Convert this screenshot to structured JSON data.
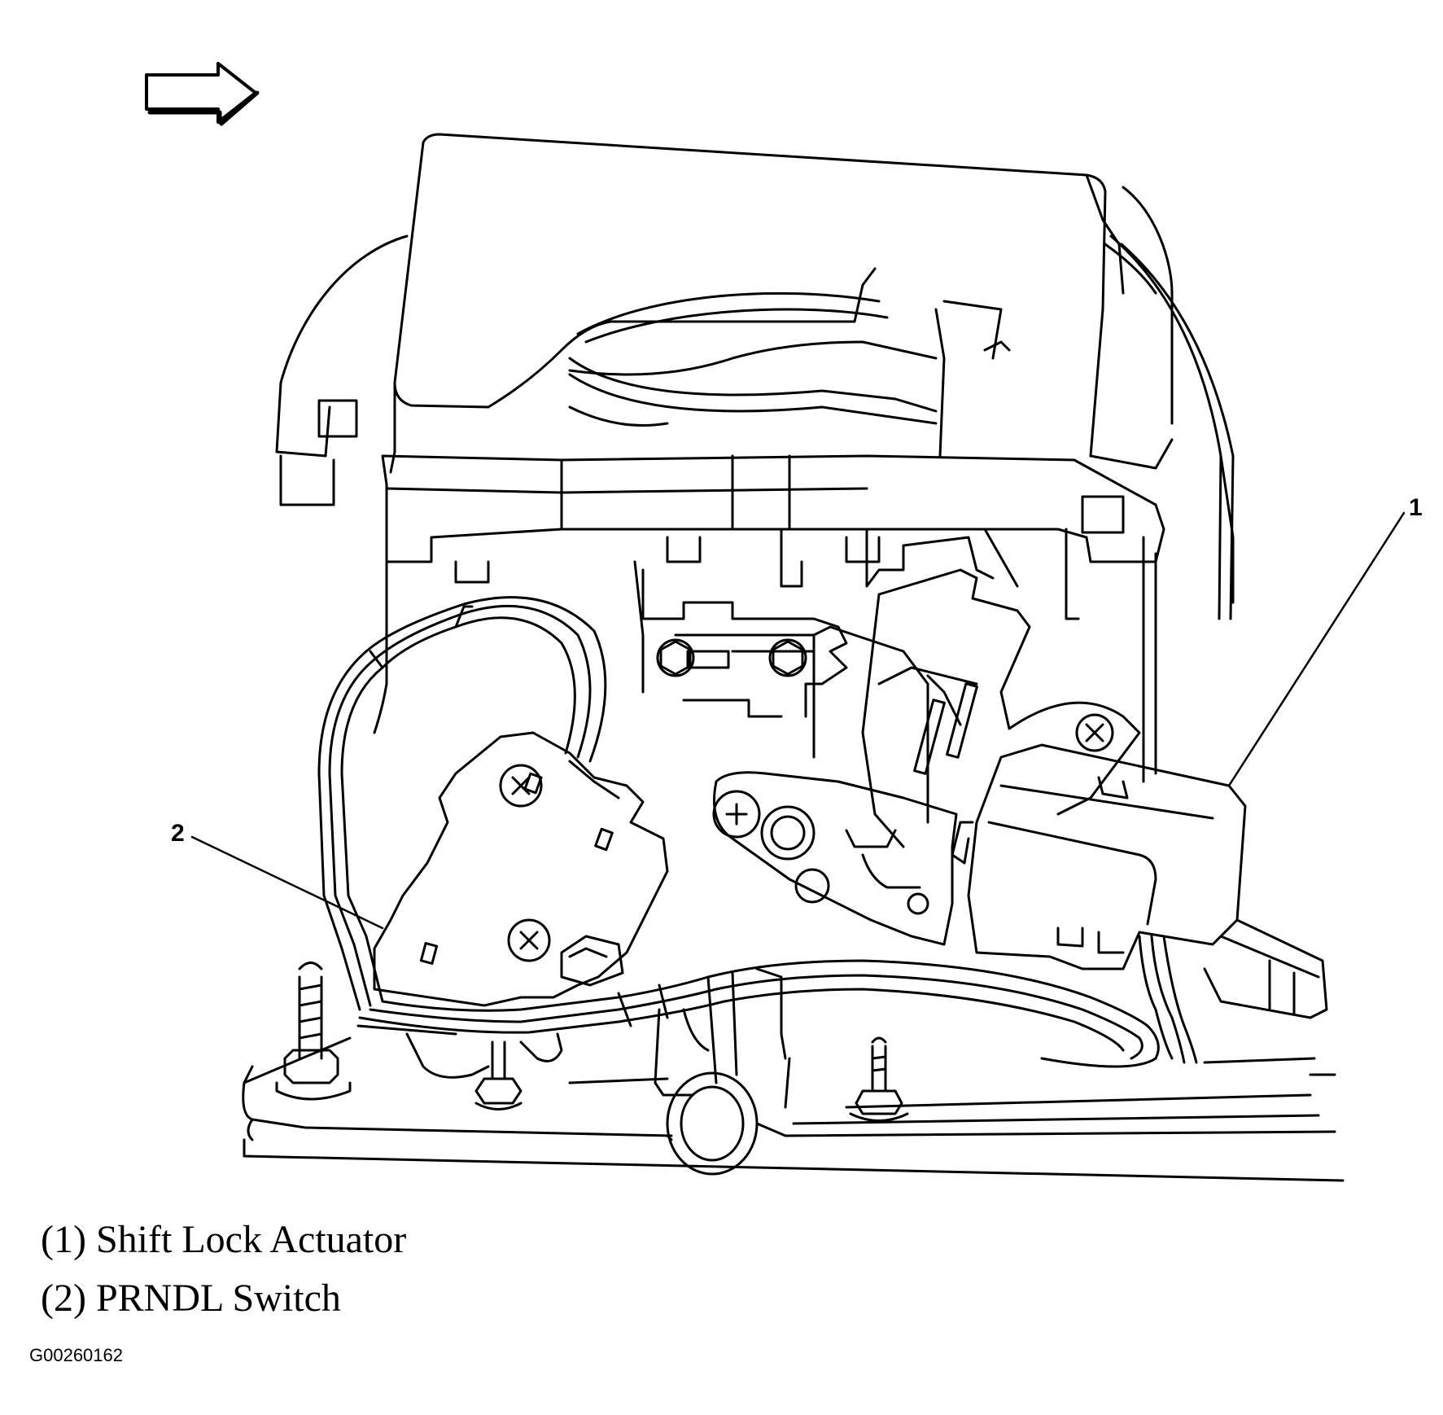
{
  "callouts": [
    {
      "number": "1"
    },
    {
      "number": "2"
    }
  ],
  "legend": [
    {
      "label": "(1) Shift Lock Actuator"
    },
    {
      "label": "(2) PRNDL Switch"
    }
  ],
  "figure_id": "G00260162",
  "icons": {
    "direction_arrow": "arrow-right-icon"
  },
  "colors": {
    "line": "#000000",
    "background": "#ffffff"
  }
}
